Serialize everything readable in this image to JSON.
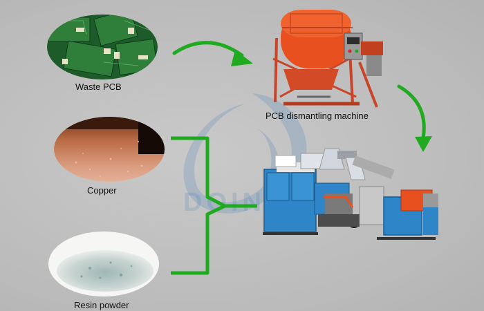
{
  "watermark_text": "DOING",
  "items": {
    "waste_pcb": "Waste PCB",
    "pcb_machine": "PCB dismantling machine",
    "copper": "Copper",
    "resin_powder": "Resin powder"
  },
  "colors": {
    "arrow_green": "#1faa1f",
    "machine_orange": "#e8511f",
    "machine_blue": "#2e86c8",
    "pcb_green": "#1d5c2a"
  }
}
